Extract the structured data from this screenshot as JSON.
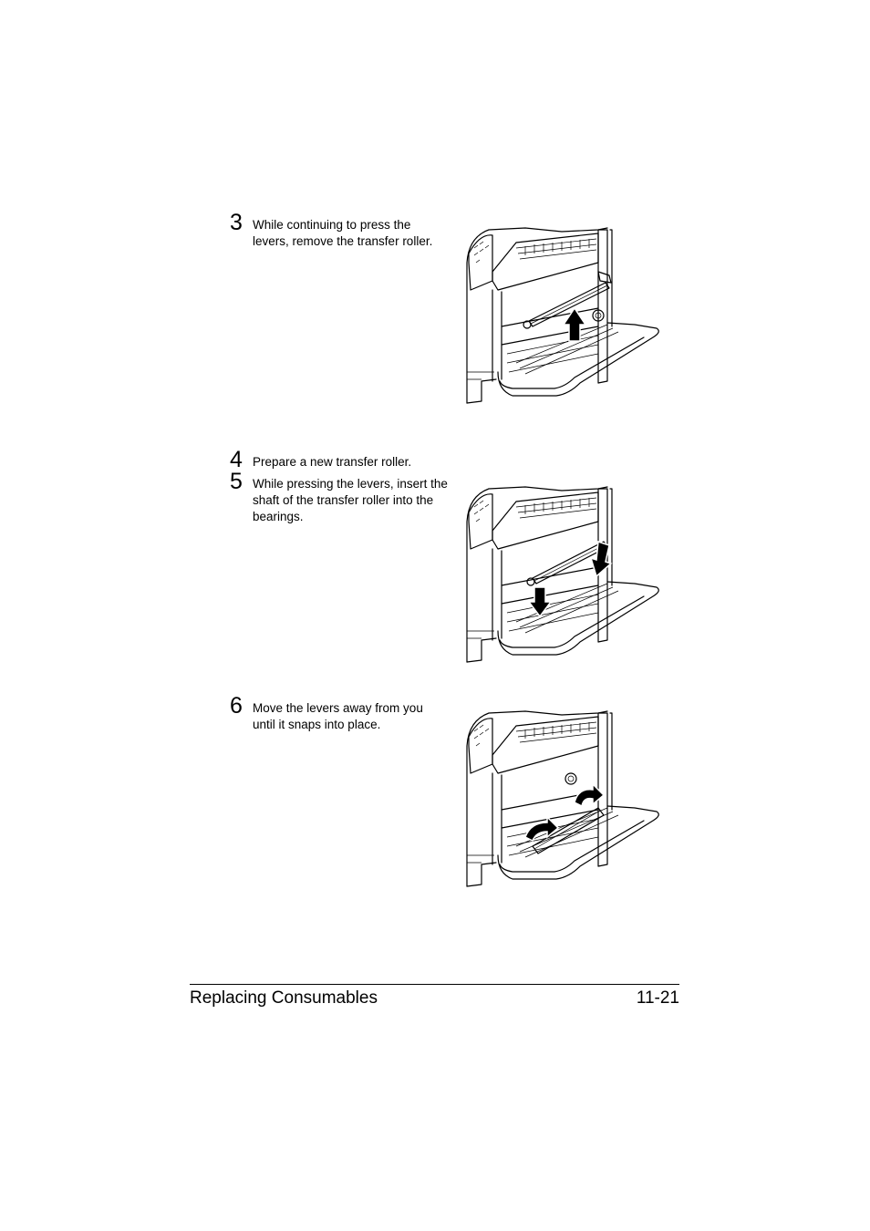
{
  "steps": [
    {
      "number": "3",
      "text": "While continuing to press the levers, remove the transfer roller."
    },
    {
      "number": "4",
      "text": "Prepare a new transfer roller."
    },
    {
      "number": "5",
      "text": "While pressing the levers, insert the shaft of the transfer roller into the bearings."
    },
    {
      "number": "6",
      "text": "Move the levers away from you until it snaps into place."
    }
  ],
  "footer": {
    "section": "Replacing Consumables",
    "page": "11-21"
  },
  "illustrations": [
    {
      "depicts": "remove-transfer-roller",
      "arrow": "up"
    },
    {
      "depicts": "insert-transfer-roller",
      "arrow": "down"
    },
    {
      "depicts": "rotate-levers",
      "arrow": "curved"
    }
  ]
}
